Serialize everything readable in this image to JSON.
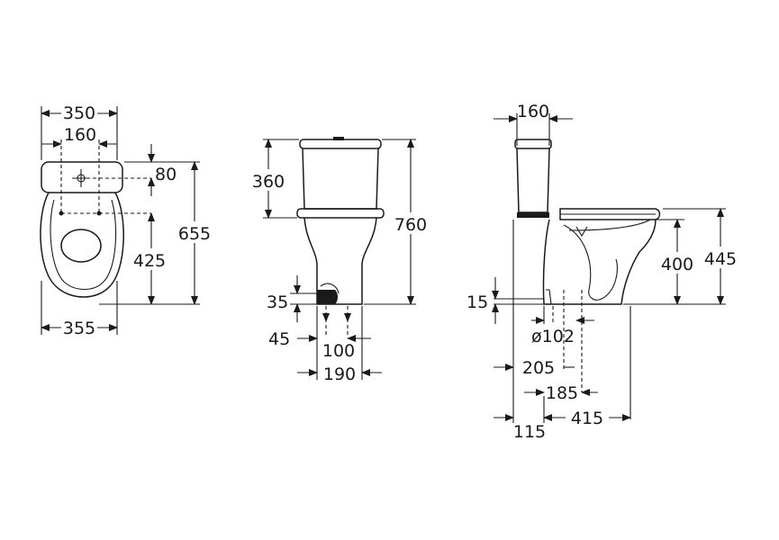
{
  "top_view": {
    "width_top": "350",
    "inlet_spacing": "160",
    "cistern_depth": "80",
    "bowl_to_fix": "425",
    "total_depth": "655",
    "width_bottom": "355"
  },
  "front_view": {
    "cistern_height": "360",
    "total_height": "760",
    "outlet_height": "35",
    "outlet_offset": "45",
    "fix_spacing": "100",
    "base_width": "190"
  },
  "side_view": {
    "cistern_width": "160",
    "seat_height": "400",
    "rim_height": "445",
    "floor_outlet": "15",
    "outlet_diameter": "ø102",
    "to_outlet": "205",
    "fix_distance": "185",
    "wall_gap": "115",
    "projection": "415"
  }
}
